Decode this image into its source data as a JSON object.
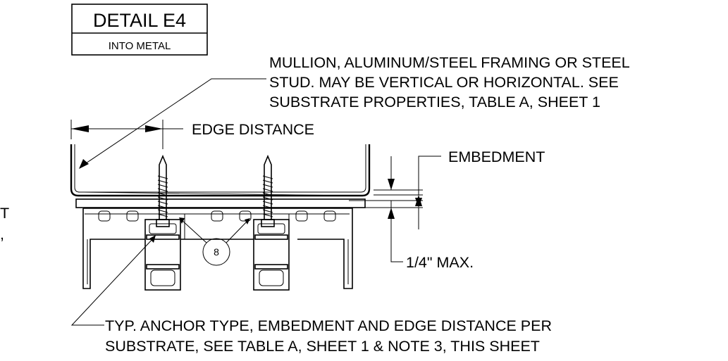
{
  "title": {
    "main": "DETAIL E4",
    "sub": "INTO METAL"
  },
  "labels": {
    "mullion": [
      "MULLION, ALUMINUM/STEEL FRAMING OR STEEL",
      "STUD. MAY BE VERTICAL OR HORIZONTAL. SEE",
      "SUBSTRATE PROPERTIES, TABLE A, SHEET 1"
    ],
    "edge_distance": "EDGE DISTANCE",
    "embedment": "EMBEDMENT",
    "max_gap": "1/4\" MAX.",
    "anchor_note": [
      "TYP. ANCHOR TYPE, EMBEDMENT AND EDGE DISTANCE PER",
      "SUBSTRATE, SEE TABLE A, SHEET 1 & NOTE 3, THIS SHEET"
    ],
    "callout_number": "8",
    "left_cut_fragment": [
      "T",
      ","
    ]
  },
  "colors": {
    "line": "#000000",
    "background": "#ffffff"
  }
}
